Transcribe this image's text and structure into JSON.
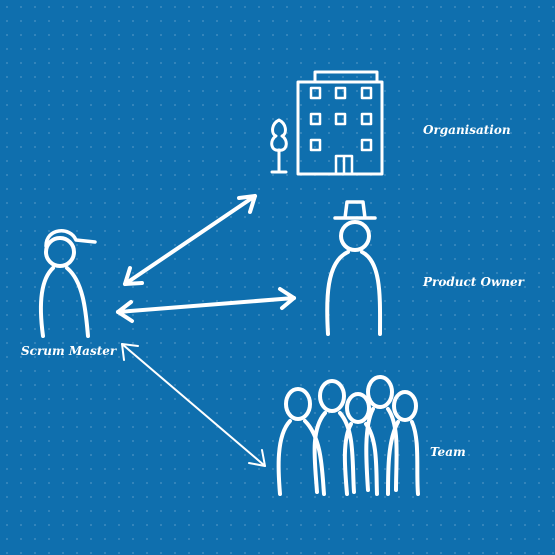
{
  "labels": {
    "organisation": "Organisation",
    "product_owner": "Product Owner",
    "scrum_master": "Scrum Master",
    "team": "Team"
  },
  "colors": {
    "background": "#0f6fae",
    "ink": "#ffffff"
  }
}
